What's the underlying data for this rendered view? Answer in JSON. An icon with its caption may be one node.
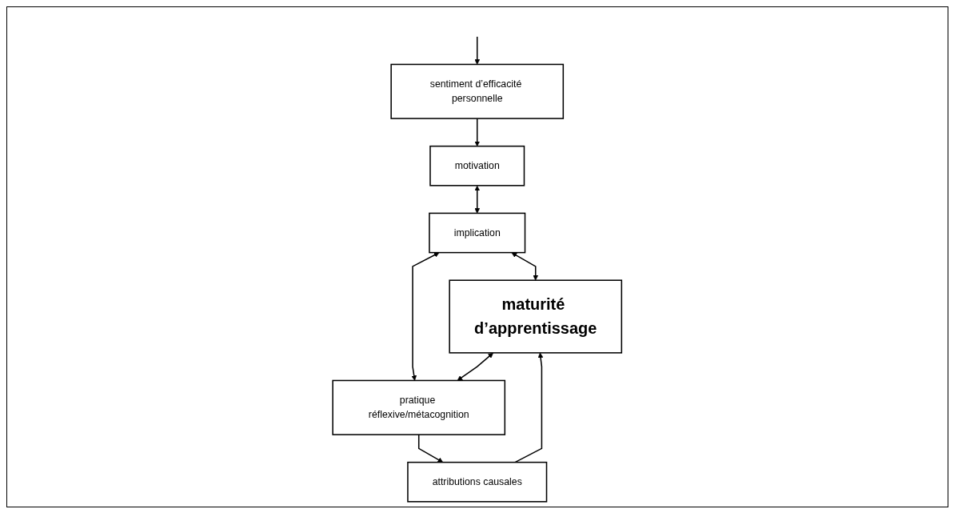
{
  "diagram": {
    "nodes": [
      {
        "text": [
          "sentiment d’efficacité personnelle"
        ]
      },
      {
        "text": [
          "motivation"
        ]
      },
      {
        "text": [
          "implication"
        ]
      },
      {
        "text": [
          "maturité d’apprentissage"
        ]
      },
      {
        "text": [
          "pratique réflexive/métacognition"
        ]
      },
      {
        "text": [
          "attributions causales"
        ]
      }
    ],
    "edges": [
      {
        "from": null,
        "to": 0,
        "arrow": "to"
      },
      {
        "from": 0,
        "to": 1,
        "arrow": "to"
      },
      {
        "from": 1,
        "to": 2,
        "arrow": "both"
      },
      {
        "from": 2,
        "to": 3,
        "arrow": "both"
      },
      {
        "from": 2,
        "to": 4,
        "arrow": "both"
      },
      {
        "from": 3,
        "to": 4,
        "arrow": "both"
      },
      {
        "from": 4,
        "to": 5,
        "arrow": "to"
      },
      {
        "from": 5,
        "to": 3,
        "arrow": "to"
      }
    ]
  }
}
